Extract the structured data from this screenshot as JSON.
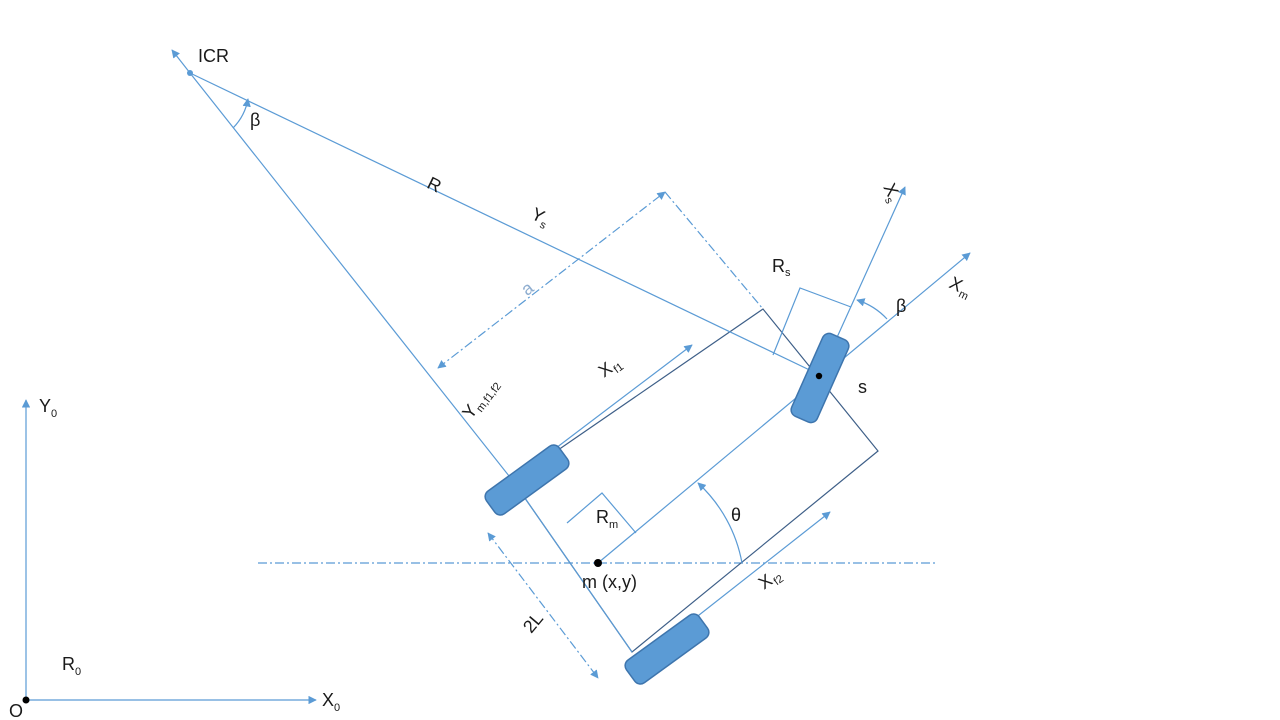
{
  "labels": {
    "icr": "ICR",
    "beta_top": "β",
    "r": "R",
    "ys_main": "Y",
    "ys_sub": "s",
    "a": "a",
    "rs_main": "R",
    "rs_sub": "s",
    "xs_main": "X",
    "xs_sub": "s",
    "beta_right": "β",
    "xm_main": "X",
    "xm_sub": "m",
    "s": "s",
    "xf1_main": "X",
    "xf1_sub": "f1",
    "ym_main": "Y",
    "ym_sub": "m,f1,f2",
    "rm_main": "R",
    "rm_sub": "m",
    "theta": "θ",
    "m": "m (x,y)",
    "xf2_main": "X",
    "xf2_sub": "f2",
    "twoL": "2L",
    "y0_main": "Y",
    "y0_sub": "0",
    "r0_main": "R",
    "r0_sub": "0",
    "o": "O",
    "x0_main": "X",
    "x0_sub": "0"
  },
  "colors": {
    "lines": "#5b9bd5",
    "body": "#3e5f88",
    "wheel": "#5b9bd5",
    "a_label": "#8faed0"
  }
}
